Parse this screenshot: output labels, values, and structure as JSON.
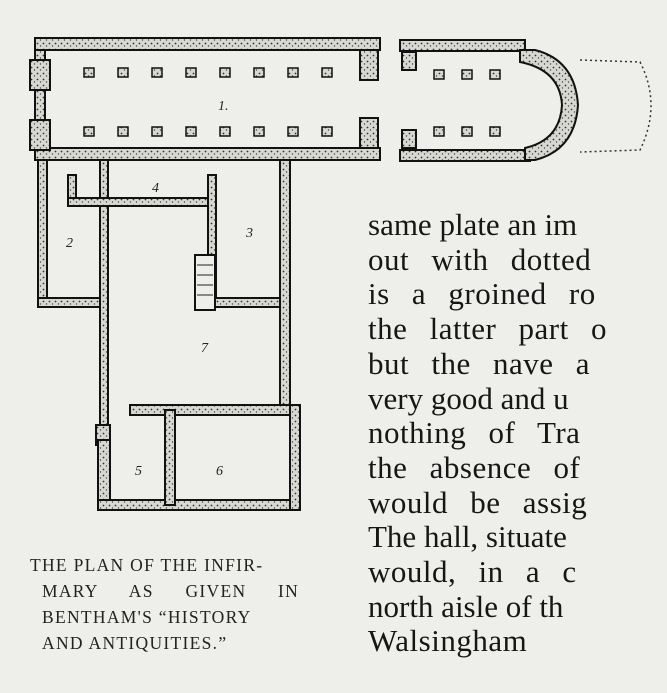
{
  "figure": {
    "room_labels": [
      "1.",
      "2",
      "3",
      "4",
      "5",
      "6",
      "7"
    ],
    "caption_lines": [
      "THE PLAN OF THE INFIR-",
      "MARY AS GIVEN IN",
      "BENTHAM'S “HISTORY",
      "AND ANTIQUITIES.”"
    ]
  },
  "body_text": {
    "lines": [
      "same plate an im",
      "out with dotted",
      "is a groined ro",
      "the latter part o",
      "but the nave a",
      "very good and u",
      "nothing of Tra",
      "the absence of",
      "would be assig",
      "The hall, situate",
      "would, in a c",
      "north aisle of th",
      "Walsingham"
    ]
  }
}
